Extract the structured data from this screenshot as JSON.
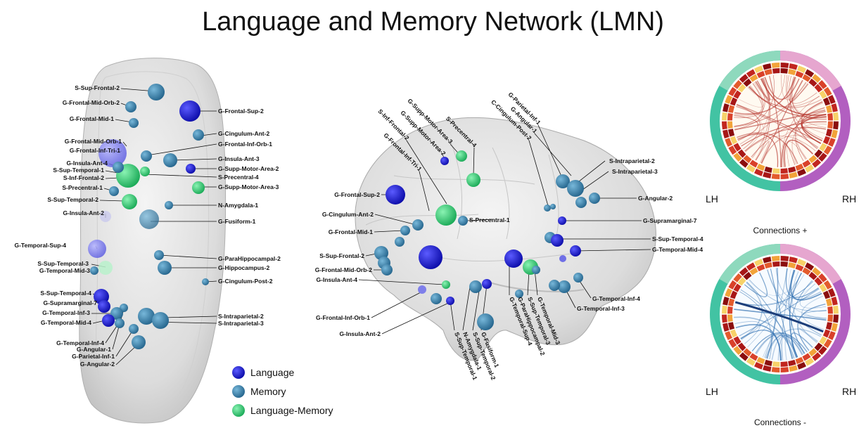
{
  "title": "Language and Memory Network (LMN)",
  "colors": {
    "language": "#1a1adb",
    "memory": "#3d8ab5",
    "language_memory": "#3cd67a"
  },
  "legend": [
    {
      "key": "language",
      "label": "Language"
    },
    {
      "key": "memory",
      "label": "Memory"
    },
    {
      "key": "language_memory",
      "label": "Language-Memory"
    }
  ],
  "axial_labels": {
    "left": [
      "S-Sup-Frontal-2",
      "G-Frontal-Mid-Orb-2",
      "G-Frontal-Mid-1",
      "G-Frontal-Mid-Orb-1",
      "G-Frontal-Inf-Tri-1",
      "G-Insula-Ant-4",
      "S-Sup-Temporal-1",
      "S-Inf-Frontal-2",
      "S-Precentral-1",
      "S-Sup-Temporal-2",
      "G-Insula-Ant-2",
      "G-Temporal-Sup-4",
      "S-Sup-Temporal-3",
      "G-Temporal-Mid-3",
      "S-Sup-Temporal-4",
      "G-Supramarginal-7",
      "G-Temporal-Inf-3",
      "G-Temporal-Mid-4",
      "G-Temporal-Inf-4",
      "G-Angular-1",
      "G-Parietal-Inf-1",
      "G-Angular-2"
    ],
    "right": [
      "G-Frontal-Sup-2",
      "G-Cingulum-Ant-2",
      "G-Frontal-Inf-Orb-1",
      "G-Insula-Ant-3",
      "G-Supp-Motor-Area-2",
      "S-Precentral-4",
      "G-Supp-Motor-Area-3",
      "N-Amygdala-1",
      "G-Fusiform-1",
      "G-ParaHippocampal-2",
      "G-Hippocampus-2",
      "G-Cingulum-Post-2",
      "S-Intraparietal-2",
      "S-Intraparietal-3"
    ]
  },
  "sagittal_labels": {
    "left": [
      "G-Frontal-Sup-2",
      "G-Cingulum-Ant-2",
      "G-Frontal-Mid-1",
      "S-Sup-Frontal-2",
      "G-Frontal-Mid-Orb-2",
      "G-Insula-Ant-4",
      "G-Frontal-Inf-Orb-1",
      "G-Insula-Ant-2"
    ],
    "right": [
      "S-Intraparietal-2",
      "S-Intraparietal-3",
      "G-Angular-2",
      "G-Supramarginal-7",
      "S-Sup-Temporal-4",
      "G-Temporal-Mid-4",
      "G-Temporal-Inf-4",
      "G-Temporal-Inf-3"
    ],
    "middle": [
      "S-Precentral-1"
    ],
    "top": [
      "G-Frontal-Inf-Tri-1",
      "S-Inf-Frontal-2",
      "G-Supp-Motor-Area-2",
      "G-Supp-Motor-Area-3",
      "S-Precentral-4",
      "C-Cingulum-Post-2",
      "G-Angular-1",
      "G-Parietal-Inf-1"
    ],
    "bottom": [
      "S-Sup-Temporal-1",
      "N-Amygdala-1",
      "S-Sup-Temporal-2",
      "G-Fusiform-1",
      "G-Temporal-Sup-4",
      "G-ParaHippocampal-2",
      "S-Sup-Temporal-3",
      "G-Temporal-Mid-3"
    ]
  },
  "circles": {
    "positive": {
      "caption": "Connections  +",
      "left": "LH",
      "right": "RH"
    },
    "negative": {
      "caption": "Connections  -",
      "left": "LH",
      "right": "RH"
    }
  }
}
